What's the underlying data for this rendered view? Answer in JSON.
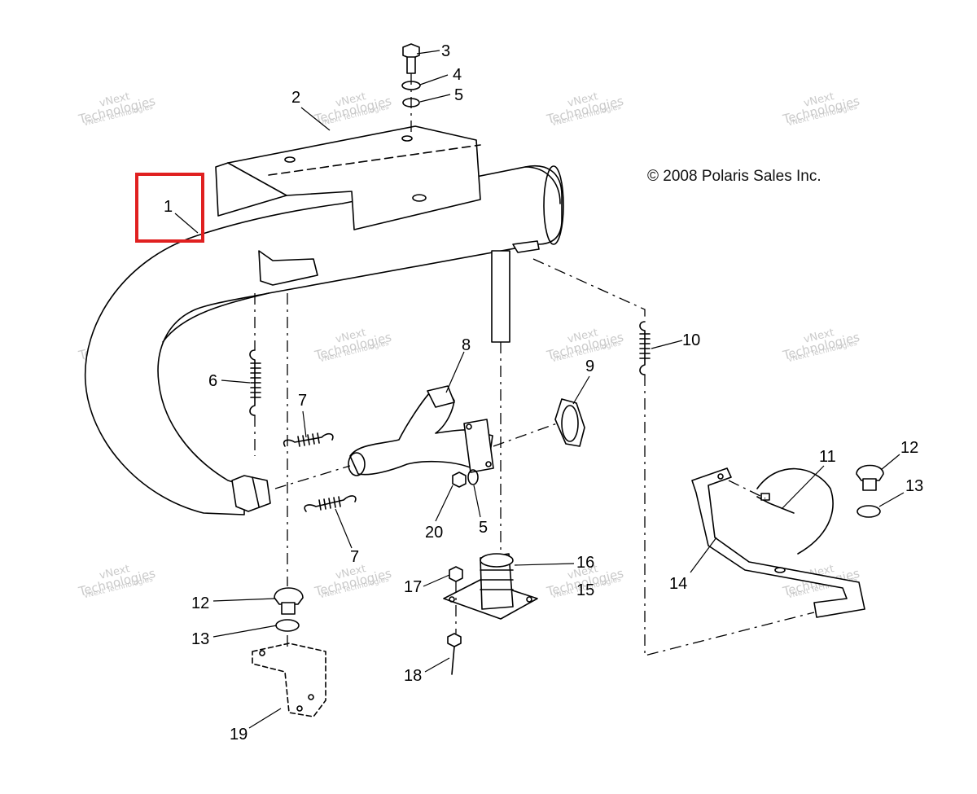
{
  "copyright": "© 2008 Polaris Sales Inc.",
  "watermark": {
    "line1": "vNext Technologies",
    "line2": "vNext\nTechnologies"
  },
  "highlight": {
    "label": "1",
    "color": "#e02020"
  },
  "callouts": [
    "1",
    "2",
    "3",
    "4",
    "5",
    "6",
    "7",
    "8",
    "9",
    "10",
    "11",
    "12",
    "13",
    "14",
    "15",
    "16",
    "17",
    "18",
    "19",
    "20",
    "7",
    "5",
    "12",
    "13"
  ]
}
